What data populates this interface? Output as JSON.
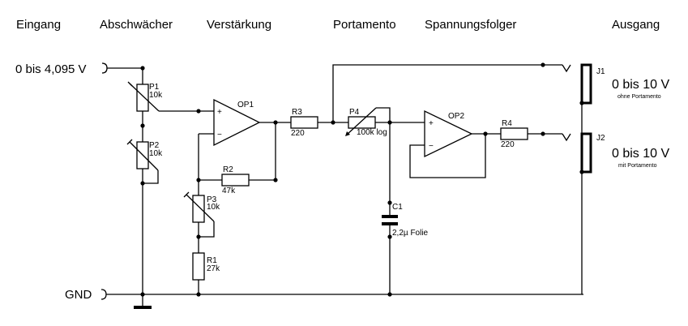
{
  "headers": {
    "eingang": "Eingang",
    "abschwaecher": "Abschwächer",
    "verstaerkung": "Verstärkung",
    "portamento": "Portamento",
    "spannungsfolger": "Spannungsfolger",
    "ausgang": "Ausgang"
  },
  "input": {
    "label": "0 bis 4,095 V"
  },
  "ground": {
    "label": "GND"
  },
  "components": {
    "P1": {
      "name": "P1",
      "value": "10k"
    },
    "P2": {
      "name": "P2",
      "value": "10k"
    },
    "P3": {
      "name": "P3",
      "value": "10k"
    },
    "P4": {
      "name": "P4",
      "value": "100k log"
    },
    "R1": {
      "name": "R1",
      "value": "27k"
    },
    "R2": {
      "name": "R2",
      "value": "47k"
    },
    "R3": {
      "name": "R3",
      "value": "220"
    },
    "R4": {
      "name": "R4",
      "value": "220"
    },
    "C1": {
      "name": "C1",
      "value": "2,2µ Folie"
    },
    "OP1": {
      "name": "OP1",
      "plus": "+",
      "minus": "−"
    },
    "OP2": {
      "name": "OP2",
      "plus": "+",
      "minus": "−"
    }
  },
  "outputs": {
    "J1": {
      "name": "J1",
      "range": "0 bis 10 V",
      "note": "ohne Portamento"
    },
    "J2": {
      "name": "J2",
      "range": "0 bis 10 V",
      "note": "mit Portamento"
    }
  }
}
